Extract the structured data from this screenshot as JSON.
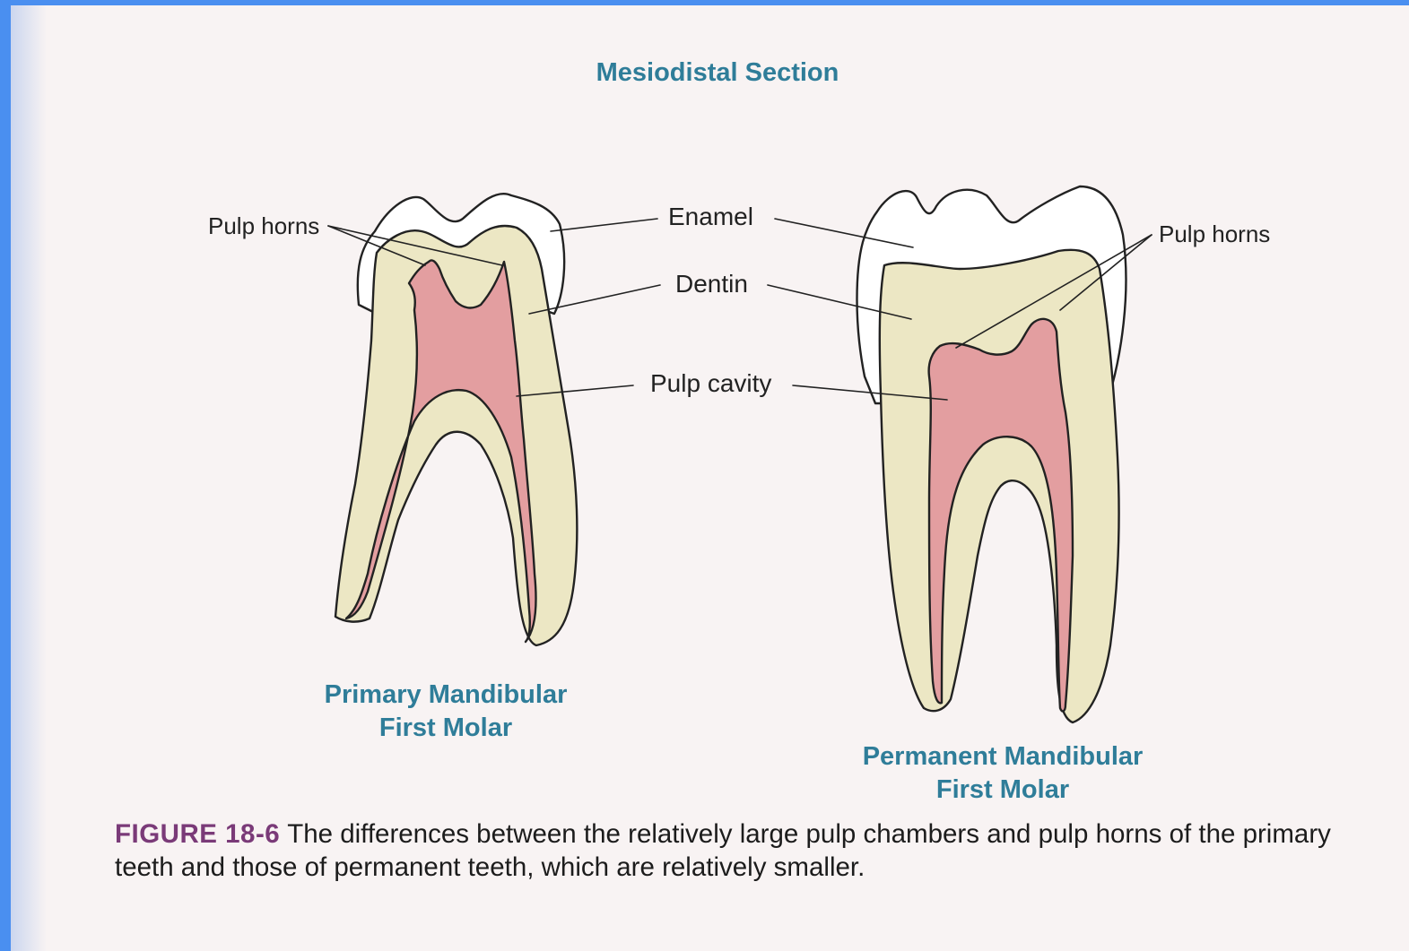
{
  "figure": {
    "title": "Mesiodistal Section",
    "labels": {
      "pulp_horns_left": "Pulp horns",
      "pulp_horns_right": "Pulp horns",
      "enamel": "Enamel",
      "dentin": "Dentin",
      "pulp_cavity": "Pulp cavity"
    },
    "primary": {
      "line1": "Primary Mandibular",
      "line2": "First Molar"
    },
    "permanent": {
      "line1": "Permanent Mandibular",
      "line2": "First Molar"
    },
    "caption": {
      "number": "FIGURE 18-6",
      "text": "The differences between the relatively large pulp chambers and pulp horns of the primary teeth and those of permanent teeth, which are relatively smaller."
    },
    "colors": {
      "heading": "#2f7d99",
      "figure_number": "#7a3a78",
      "enamel": "#ffffff",
      "dentin": "#ece7c4",
      "pulp": "#e39ea0",
      "background": "#4a8ff0"
    }
  }
}
